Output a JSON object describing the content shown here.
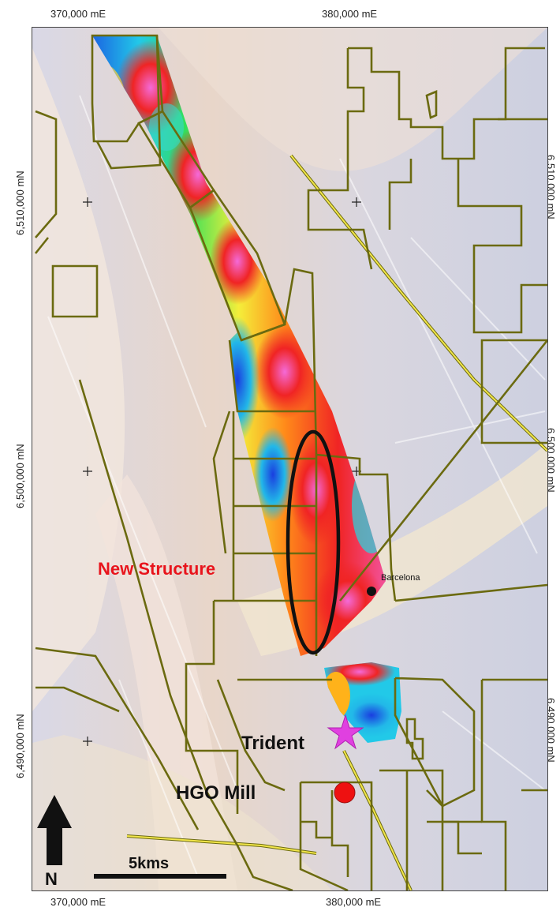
{
  "coords": {
    "top_left": "370,000 mE",
    "top_right": "380,000 mE",
    "bottom_left": "370,000 mE",
    "bottom_right": "380,000 mE",
    "left_top": "6,510,000 mN",
    "left_mid": "6,500,000 mN",
    "left_bot": "6,490,000 mN",
    "right_top": "6,510,000 mN",
    "right_mid": "6,500,000 mN",
    "right_bot": "6,490,000 mN"
  },
  "labels": {
    "new_structure": "New Structure",
    "barcelona": "Barcelona",
    "trident": "Trident",
    "hgo_mill": "HGO Mill",
    "north": "N",
    "scale": "5kms"
  },
  "colors": {
    "tenement": "#6b6a10",
    "road": "#f2e64a",
    "accent_red": "#e8141c",
    "trident_star": "#e040e0",
    "mill": "#ee1111"
  },
  "icons": {
    "north_arrow": "arrow-up-icon",
    "trident_marker": "star-icon",
    "mill_marker": "circle-icon",
    "barcelona_marker": "dot-icon",
    "grid_cross": "plus-icon"
  }
}
